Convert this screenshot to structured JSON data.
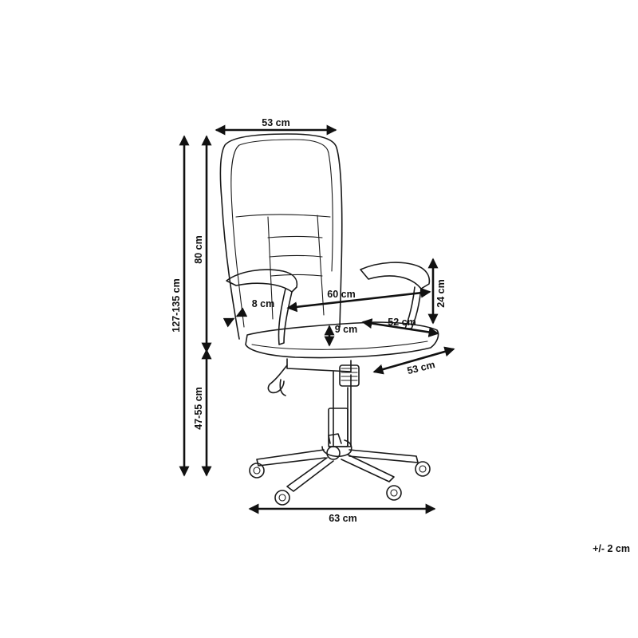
{
  "dimensions": {
    "backrest_width": "53 cm",
    "backrest_height": "80 cm",
    "total_height": "127-135 cm",
    "seat_height": "47-55 cm",
    "arm_height": "24 cm",
    "arm_span": "60 cm",
    "arm_pad": "8 cm",
    "seat_thickness": "9 cm",
    "seat_depth": "52 cm",
    "seat_width": "53 cm",
    "base_width": "63 cm"
  },
  "tolerance": "+/- 2 cm"
}
